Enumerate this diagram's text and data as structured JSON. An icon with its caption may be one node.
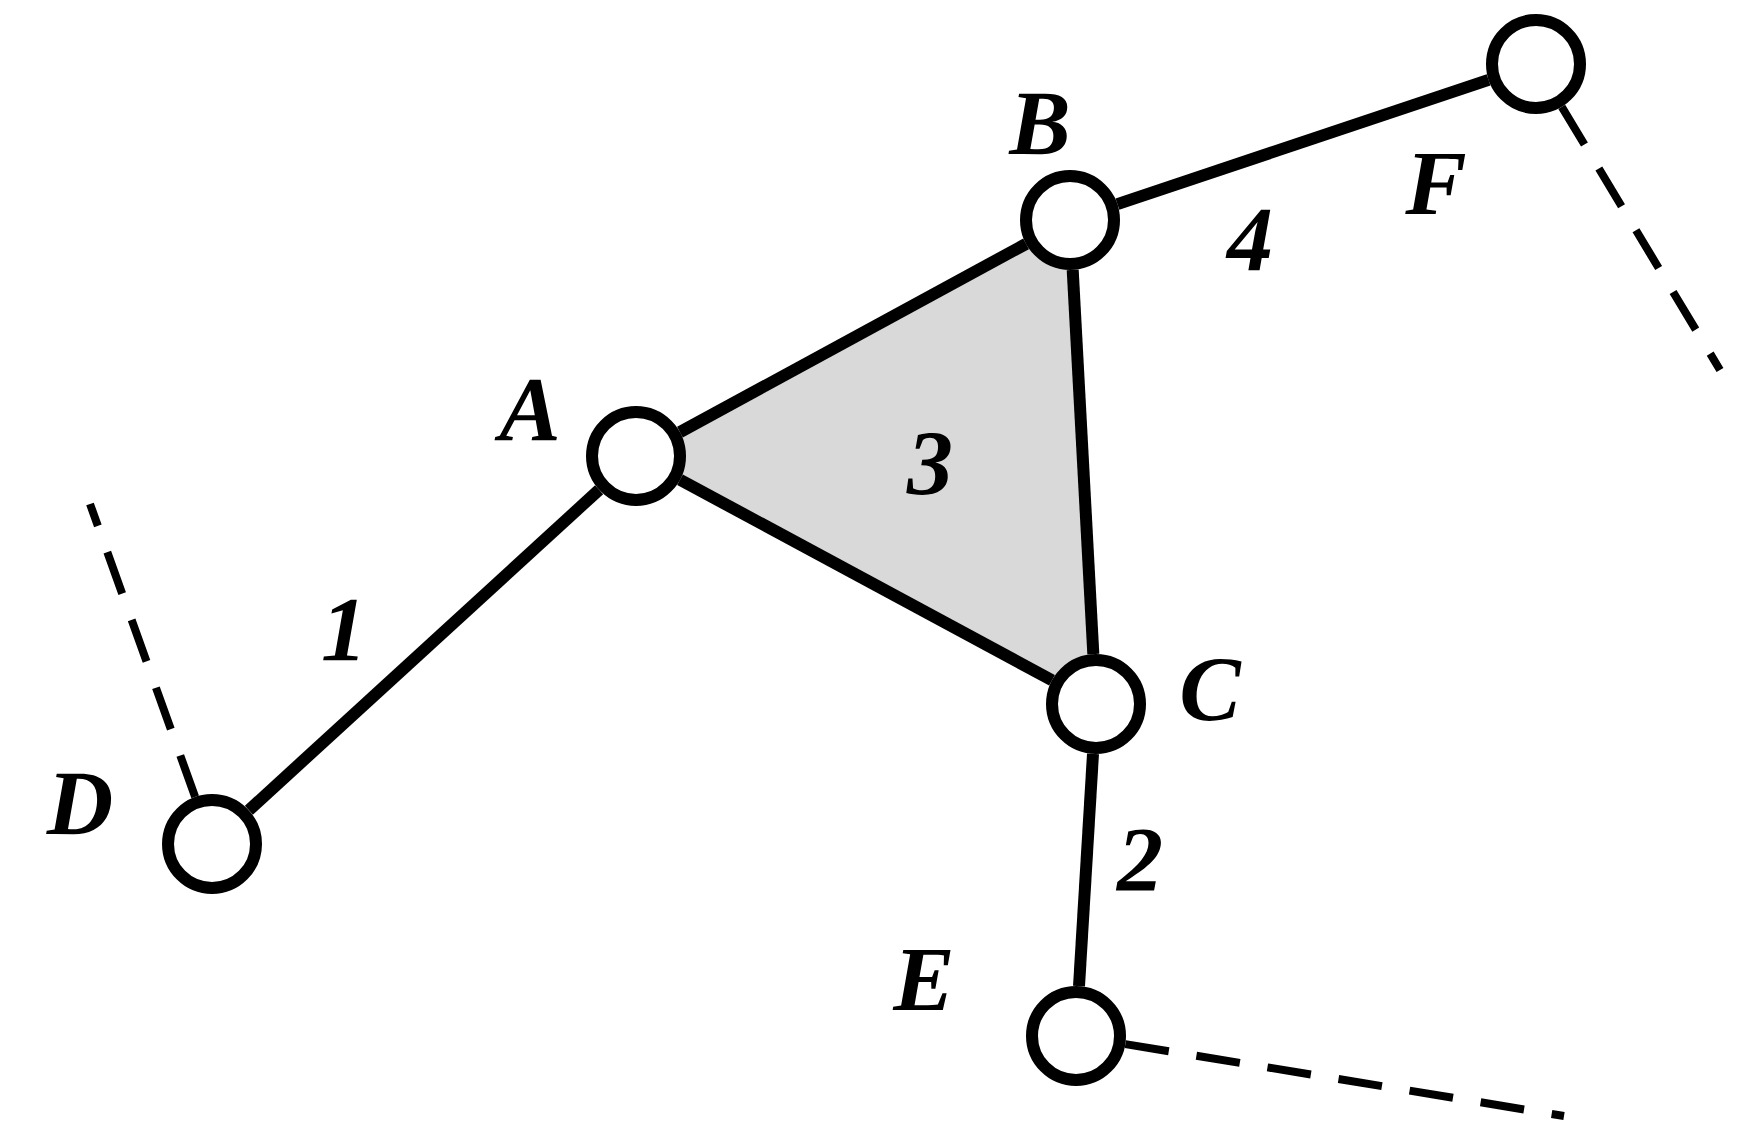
{
  "diagram": {
    "nodes": [
      {
        "text": [],
        "shape": "circle",
        "beside": [
          "F"
        ]
      },
      {
        "text": [],
        "shape": "circle",
        "beside": [
          "B"
        ]
      },
      {
        "text": [],
        "shape": "circle",
        "beside": [
          "A"
        ]
      },
      {
        "text": [],
        "shape": "circle",
        "beside": [
          "C"
        ]
      },
      {
        "text": [],
        "shape": "circle",
        "beside": [
          "D"
        ]
      },
      {
        "text": [],
        "shape": "circle",
        "beside": [
          "E"
        ]
      }
    ],
    "edges": [
      {
        "from": 4,
        "to": 2,
        "arrow": "none",
        "label": "1"
      },
      {
        "from": 2,
        "to": 1,
        "arrow": "none"
      },
      {
        "from": 1,
        "to": 3,
        "arrow": "none"
      },
      {
        "from": 3,
        "to": 2,
        "arrow": "none"
      },
      {
        "from": 3,
        "to": 5,
        "arrow": "none",
        "label": "2"
      },
      {
        "from": 1,
        "to": 0,
        "arrow": "none",
        "label": "4"
      },
      {
        "from": 4,
        "to": null,
        "arrow": "none",
        "style": "dashed"
      },
      {
        "from": 5,
        "to": null,
        "arrow": "none",
        "style": "dashed"
      },
      {
        "from": 0,
        "to": null,
        "arrow": "none",
        "style": "dashed"
      }
    ],
    "labels": [
      "3"
    ]
  }
}
